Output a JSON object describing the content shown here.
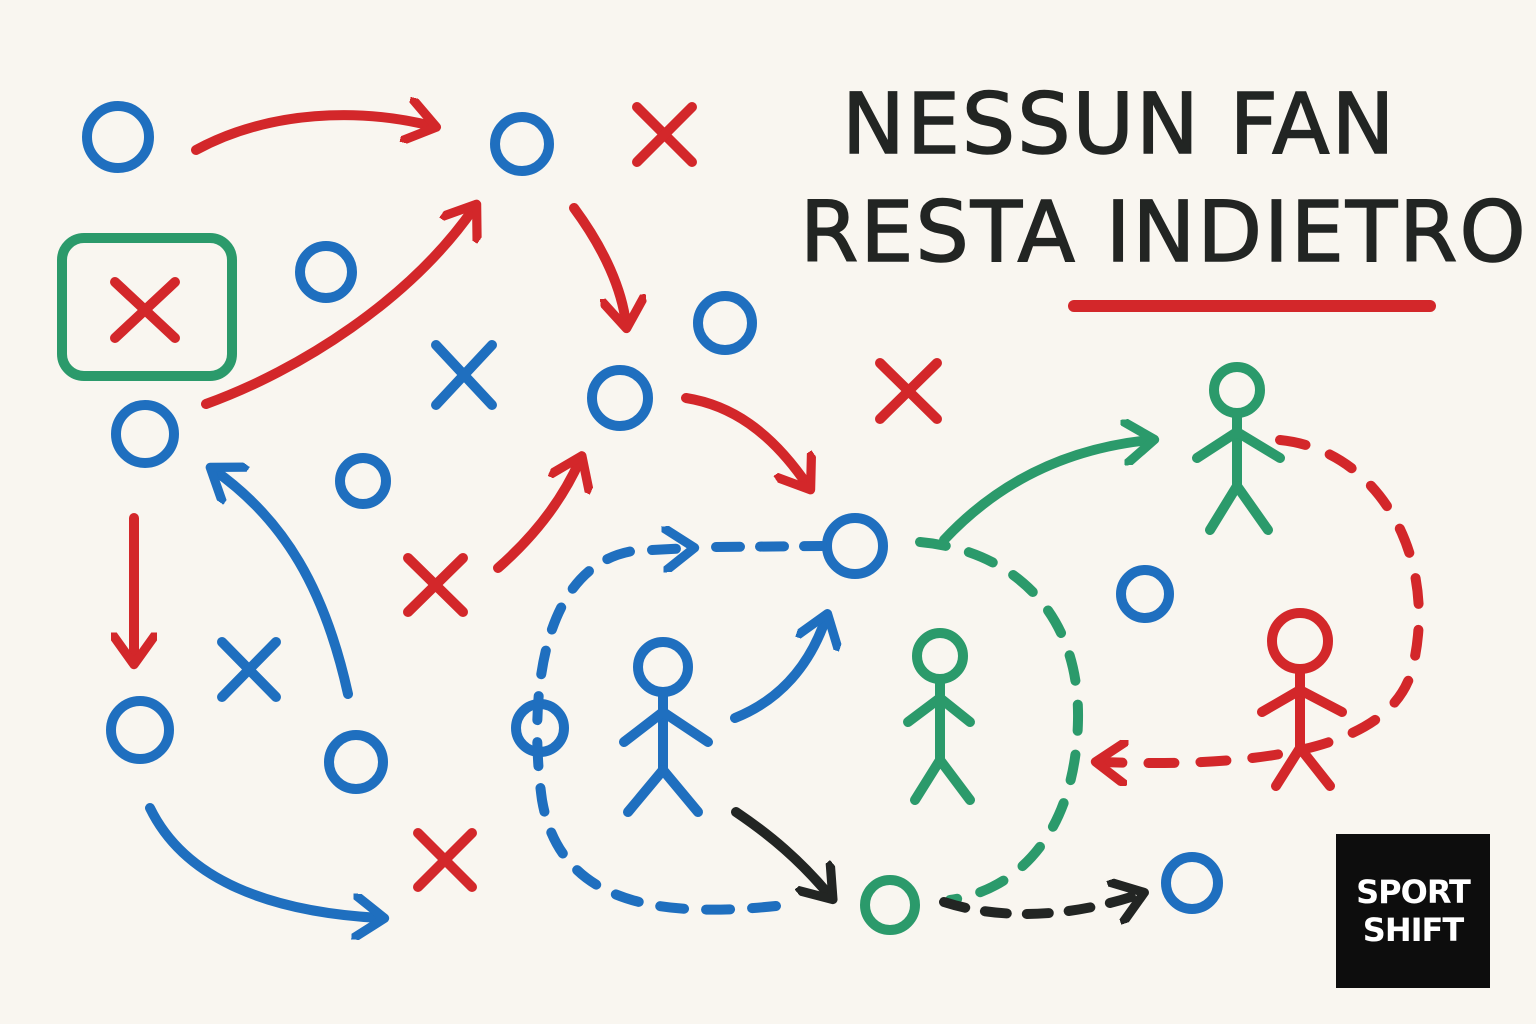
{
  "colors": {
    "background": "#f9f6f0",
    "blue": "#1f6fbf",
    "red": "#d3272a",
    "green": "#2b9a6b",
    "black": "#222523"
  },
  "headline": {
    "line1": "NESSUN FAN",
    "line2": "RESTA INDIETRO"
  },
  "logo": {
    "line1": "SPORT",
    "line2": "SHIFT"
  }
}
